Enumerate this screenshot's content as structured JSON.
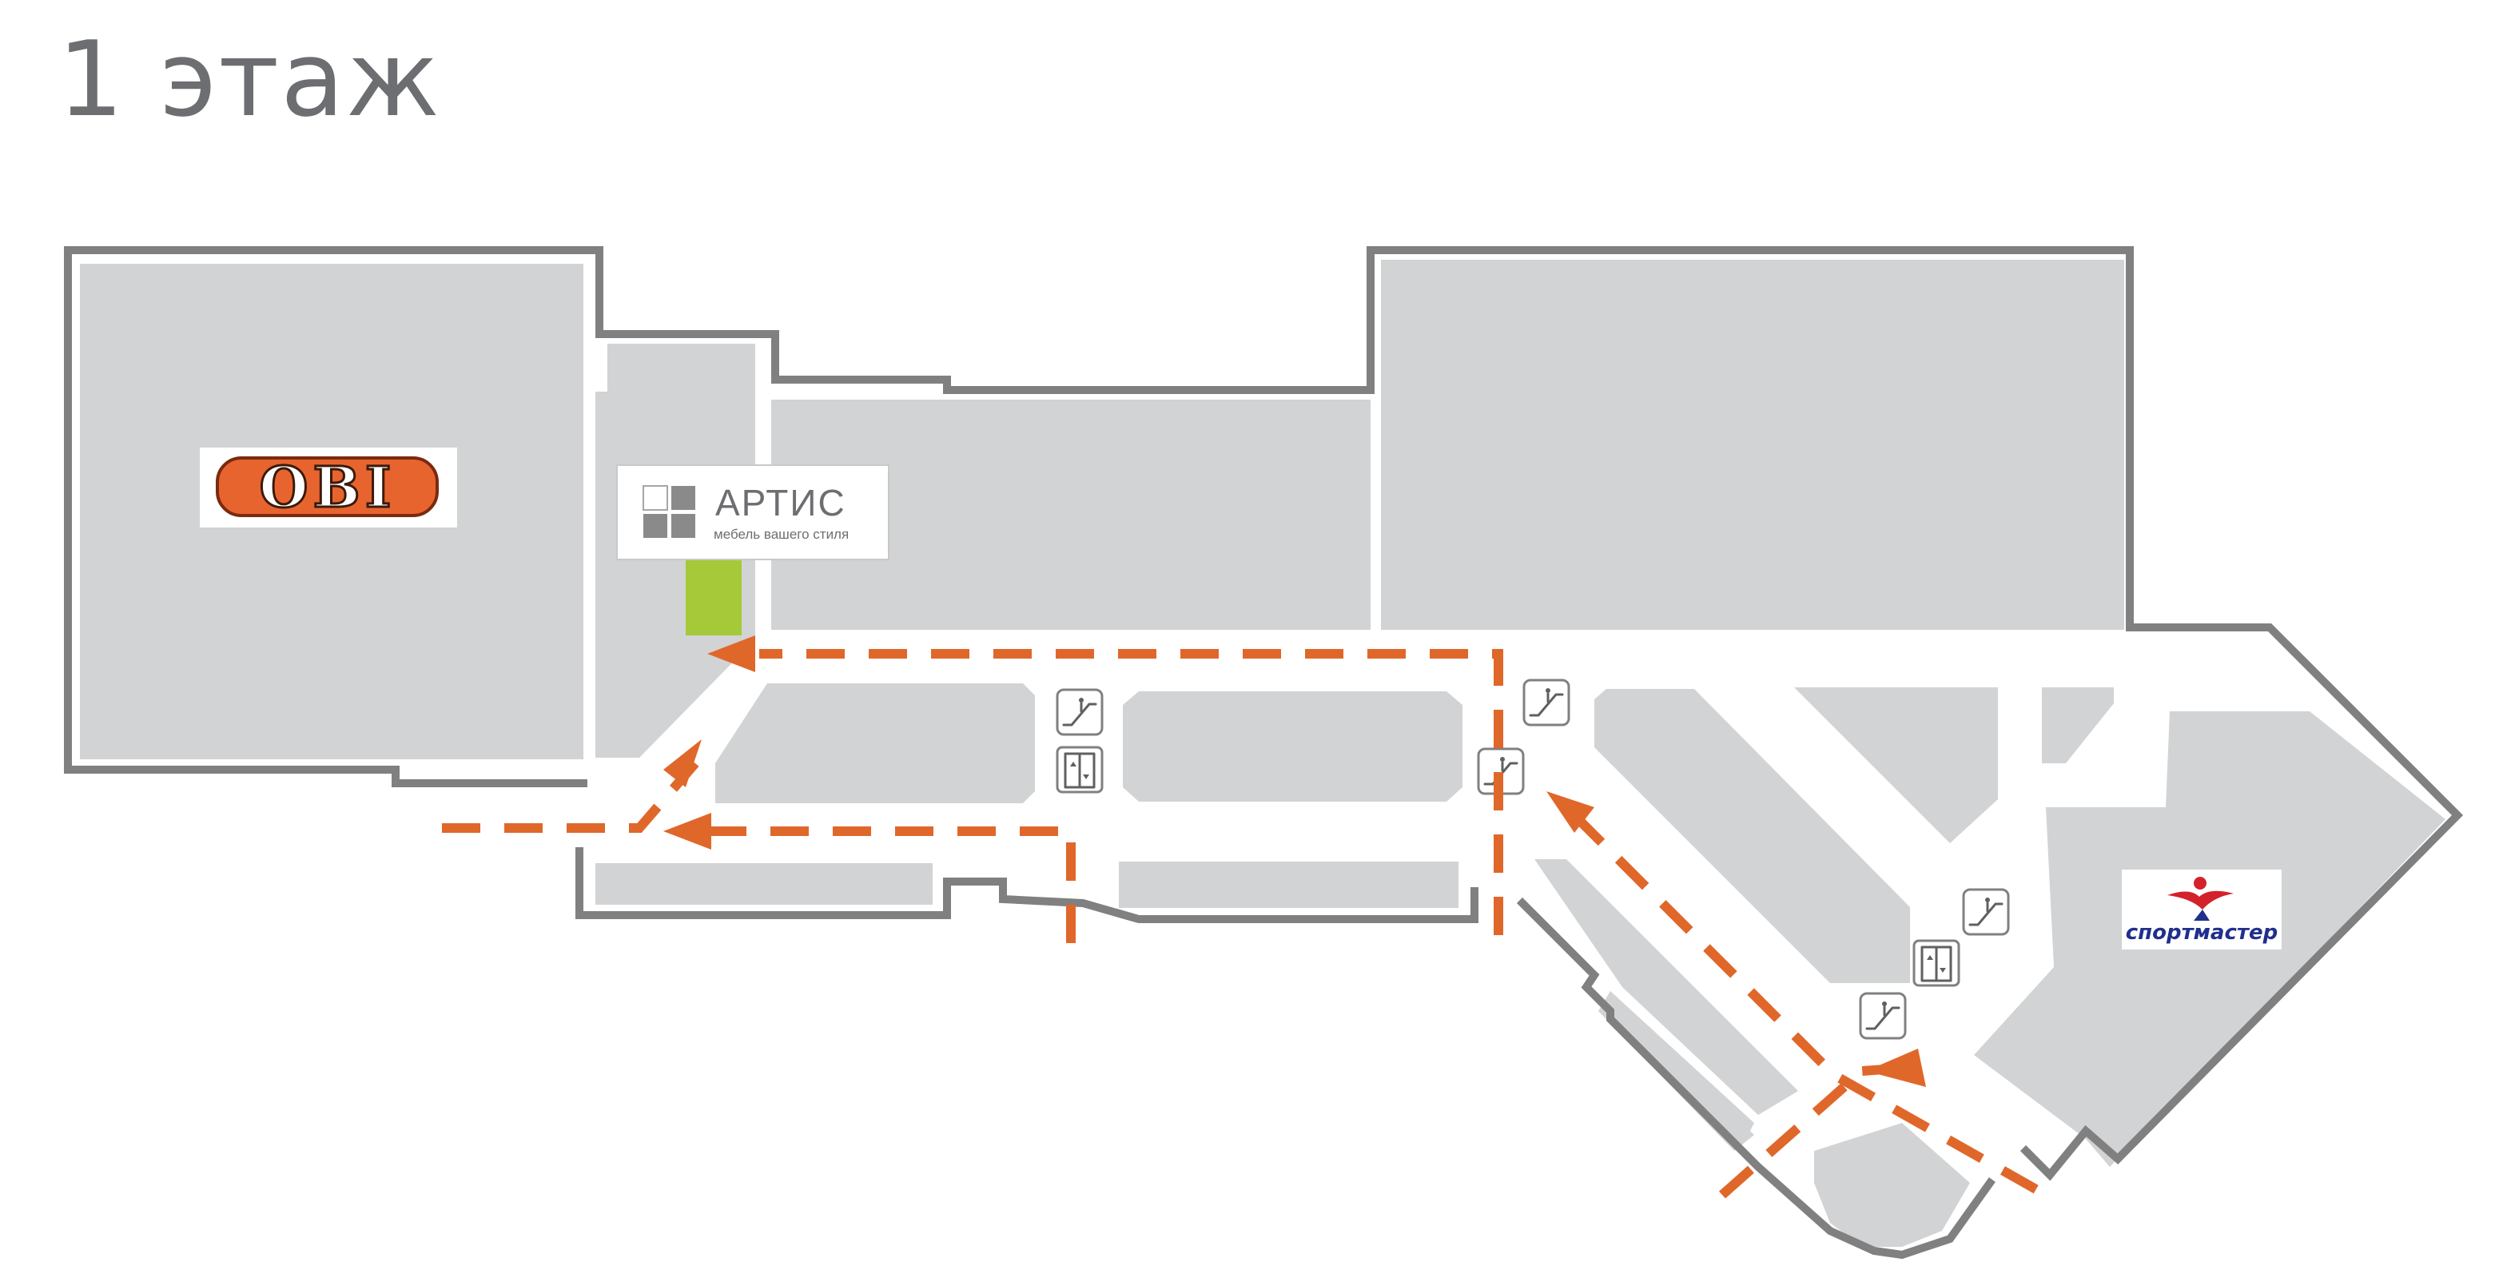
{
  "title": "1 этаж",
  "colors": {
    "wall": "#808080",
    "shop": "#d1d3d4",
    "route": "#e0672a",
    "highlight": "#a5c939",
    "obi_orange": "#e8642f",
    "obi_text": "#ffffff",
    "sport_blue": "#1f2f8c",
    "sport_red": "#d4222a",
    "title_text": "#6d6e71"
  },
  "stores": {
    "obi": {
      "name": "OBI"
    },
    "artis": {
      "name": "АРТИС",
      "tagline": "мебель вашего стиля"
    },
    "sportmaster": {
      "name": "спортмастер"
    }
  },
  "icons": {
    "escalator": "escalator-icon",
    "elevator": "elevator-icon"
  }
}
